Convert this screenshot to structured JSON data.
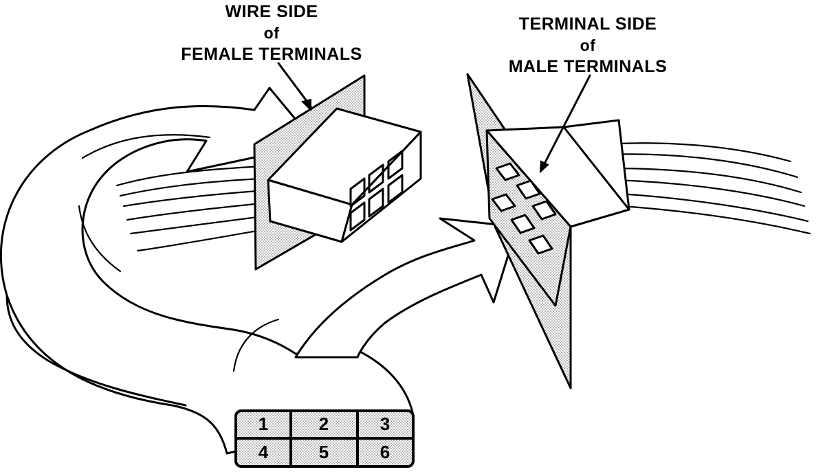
{
  "labels": {
    "wire_side": {
      "line1": "WIRE SIDE",
      "line2": "of",
      "line3": "FEMALE TERMINALS"
    },
    "terminal_side": {
      "line1": "TERMINAL SIDE",
      "line2": "of",
      "line3": "MALE TERMINALS"
    }
  },
  "terminal_grid": {
    "rows": [
      [
        "1",
        "2",
        "3"
      ],
      [
        "4",
        "5",
        "6"
      ]
    ]
  },
  "icons": [
    "left-curved-arrow-icon",
    "right-curved-arrow-icon",
    "female-connector-icon",
    "male-connector-icon",
    "pointer-arrow-icon"
  ]
}
